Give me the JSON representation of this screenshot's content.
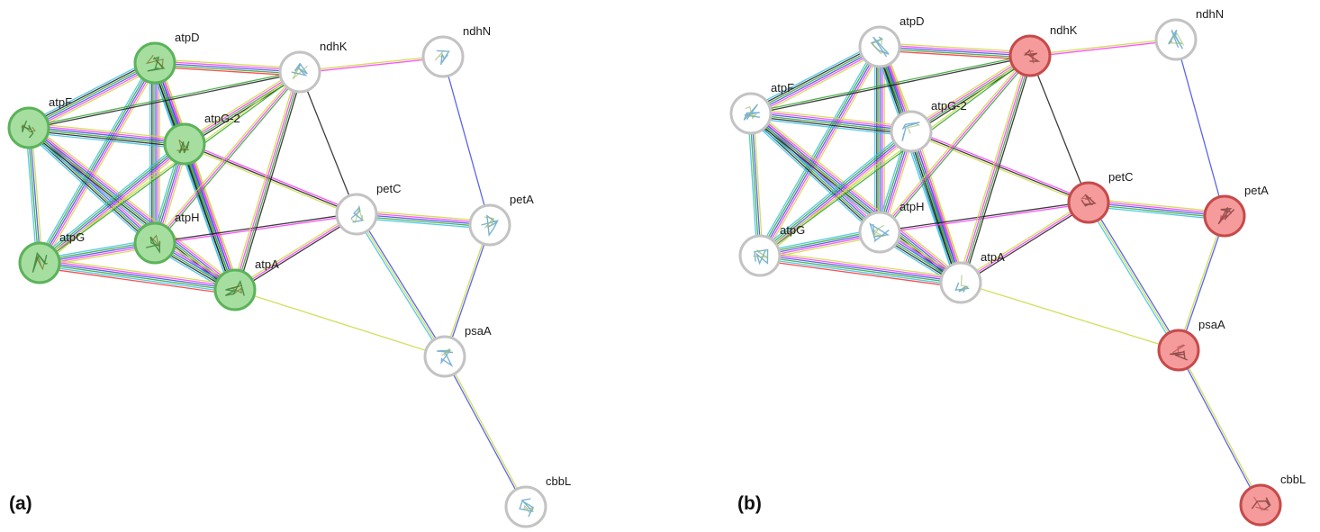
{
  "colors": {
    "background": "#ffffff",
    "node_outline_default": "#c3c3c3",
    "node_fill_default": "#ffffff",
    "cluster_green_fill": "#a6dea0",
    "cluster_green_stroke": "#5bb35a",
    "cluster_red_fill": "#f59b9b",
    "cluster_red_stroke": "#c64a4a",
    "edge_palette": [
      "#c9d93f",
      "#ff36ff",
      "#3d49e8",
      "#2fa52f",
      "#1b1b1b",
      "#35bfe8",
      "#ff2d2d"
    ]
  },
  "nodes": [
    {
      "id": "atpD"
    },
    {
      "id": "atpF"
    },
    {
      "id": "atpG-2"
    },
    {
      "id": "atpH"
    },
    {
      "id": "atpG"
    },
    {
      "id": "atpA"
    },
    {
      "id": "ndhK"
    },
    {
      "id": "ndhN"
    },
    {
      "id": "petC"
    },
    {
      "id": "petA"
    },
    {
      "id": "psaA"
    },
    {
      "id": "cbbL"
    }
  ],
  "edges": [
    {
      "source": "atpD",
      "target": "atpF",
      "evidence": [
        "#c9d93f",
        "#ff36ff",
        "#3d49e8",
        "#2fa52f",
        "#1b1b1b",
        "#35bfe8"
      ]
    },
    {
      "source": "atpD",
      "target": "atpG-2",
      "evidence": [
        "#c9d93f",
        "#ff36ff",
        "#3d49e8",
        "#2fa52f",
        "#1b1b1b",
        "#35bfe8"
      ]
    },
    {
      "source": "atpD",
      "target": "atpH",
      "evidence": [
        "#c9d93f",
        "#ff36ff",
        "#3d49e8",
        "#2fa52f",
        "#1b1b1b",
        "#35bfe8"
      ]
    },
    {
      "source": "atpD",
      "target": "atpG",
      "evidence": [
        "#c9d93f",
        "#ff36ff",
        "#3d49e8",
        "#2fa52f",
        "#35bfe8"
      ]
    },
    {
      "source": "atpD",
      "target": "atpA",
      "evidence": [
        "#c9d93f",
        "#ff36ff",
        "#3d49e8",
        "#2fa52f",
        "#1b1b1b",
        "#35bfe8"
      ]
    },
    {
      "source": "atpD",
      "target": "ndhK",
      "evidence": [
        "#c9d93f",
        "#ff36ff",
        "#3d49e8",
        "#2fa52f",
        "#ff2d2d"
      ]
    },
    {
      "source": "atpF",
      "target": "atpG-2",
      "evidence": [
        "#c9d93f",
        "#ff36ff",
        "#3d49e8",
        "#2fa52f",
        "#1b1b1b",
        "#35bfe8"
      ]
    },
    {
      "source": "atpF",
      "target": "atpH",
      "evidence": [
        "#c9d93f",
        "#ff36ff",
        "#3d49e8",
        "#2fa52f",
        "#1b1b1b",
        "#35bfe8"
      ]
    },
    {
      "source": "atpF",
      "target": "atpG",
      "evidence": [
        "#c9d93f",
        "#3d49e8",
        "#2fa52f",
        "#35bfe8"
      ]
    },
    {
      "source": "atpF",
      "target": "atpA",
      "evidence": [
        "#c9d93f",
        "#ff36ff",
        "#3d49e8",
        "#2fa52f",
        "#1b1b1b",
        "#35bfe8"
      ]
    },
    {
      "source": "atpF",
      "target": "ndhK",
      "evidence": [
        "#2fa52f",
        "#1b1b1b"
      ]
    },
    {
      "source": "atpG-2",
      "target": "atpH",
      "evidence": [
        "#c9d93f",
        "#ff36ff",
        "#3d49e8",
        "#2fa52f",
        "#35bfe8"
      ]
    },
    {
      "source": "atpG-2",
      "target": "atpG",
      "evidence": [
        "#c9d93f",
        "#ff36ff",
        "#3d49e8",
        "#2fa52f",
        "#35bfe8"
      ]
    },
    {
      "source": "atpG-2",
      "target": "atpA",
      "evidence": [
        "#c9d93f",
        "#ff36ff",
        "#3d49e8",
        "#2fa52f",
        "#1b1b1b",
        "#35bfe8"
      ]
    },
    {
      "source": "atpG-2",
      "target": "ndhK",
      "evidence": [
        "#c9d93f",
        "#ff36ff",
        "#2fa52f",
        "#1b1b1b"
      ]
    },
    {
      "source": "atpG-2",
      "target": "petC",
      "evidence": [
        "#ff36ff",
        "#1b1b1b",
        "#c9d93f"
      ]
    },
    {
      "source": "atpH",
      "target": "atpG",
      "evidence": [
        "#c9d93f",
        "#ff36ff",
        "#3d49e8",
        "#2fa52f",
        "#35bfe8"
      ]
    },
    {
      "source": "atpH",
      "target": "atpA",
      "evidence": [
        "#c9d93f",
        "#ff36ff",
        "#3d49e8",
        "#2fa52f",
        "#1b1b1b",
        "#35bfe8"
      ]
    },
    {
      "source": "atpH",
      "target": "ndhK",
      "evidence": [
        "#c9d93f",
        "#ff36ff",
        "#2fa52f"
      ]
    },
    {
      "source": "atpH",
      "target": "petC",
      "evidence": [
        "#1b1b1b",
        "#ff36ff"
      ]
    },
    {
      "source": "atpG",
      "target": "atpA",
      "evidence": [
        "#c9d93f",
        "#ff36ff",
        "#3d49e8",
        "#2fa52f",
        "#35bfe8",
        "#ff2d2d"
      ]
    },
    {
      "source": "atpG",
      "target": "ndhK",
      "evidence": [
        "#c9d93f",
        "#2fa52f"
      ]
    },
    {
      "source": "atpA",
      "target": "ndhK",
      "evidence": [
        "#c9d93f",
        "#ff36ff",
        "#2fa52f",
        "#1b1b1b"
      ]
    },
    {
      "source": "atpA",
      "target": "petC",
      "evidence": [
        "#c9d93f",
        "#ff36ff",
        "#1b1b1b"
      ]
    },
    {
      "source": "atpA",
      "target": "psaA",
      "evidence": [
        "#c9d93f"
      ]
    },
    {
      "source": "ndhK",
      "target": "ndhN",
      "evidence": [
        "#c9d93f",
        "#ff36ff"
      ]
    },
    {
      "source": "ndhK",
      "target": "petC",
      "evidence": [
        "#1b1b1b"
      ]
    },
    {
      "source": "ndhN",
      "target": "petA",
      "evidence": [
        "#3d49e8"
      ]
    },
    {
      "source": "petC",
      "target": "petA",
      "evidence": [
        "#c9d93f",
        "#ff36ff",
        "#3d49e8",
        "#2fa52f",
        "#35bfe8"
      ]
    },
    {
      "source": "petC",
      "target": "psaA",
      "evidence": [
        "#3d49e8",
        "#c9d93f",
        "#35bfe8"
      ]
    },
    {
      "source": "petA",
      "target": "psaA",
      "evidence": [
        "#3d49e8",
        "#c9d93f"
      ]
    },
    {
      "source": "psaA",
      "target": "cbbL",
      "evidence": [
        "#c9d93f",
        "#3d49e8"
      ]
    }
  ],
  "panels": [
    {
      "label": "(a)",
      "highlighted": [
        "atpD",
        "atpF",
        "atpG-2",
        "atpH",
        "atpG",
        "atpA"
      ],
      "highlight_fill": "#a6dea0",
      "highlight_stroke": "#5bb35a"
    },
    {
      "label": "(b)",
      "highlighted": [
        "ndhK",
        "petC",
        "petA",
        "psaA",
        "cbbL"
      ],
      "highlight_fill": "#f59b9b",
      "highlight_stroke": "#c64a4a"
    }
  ]
}
